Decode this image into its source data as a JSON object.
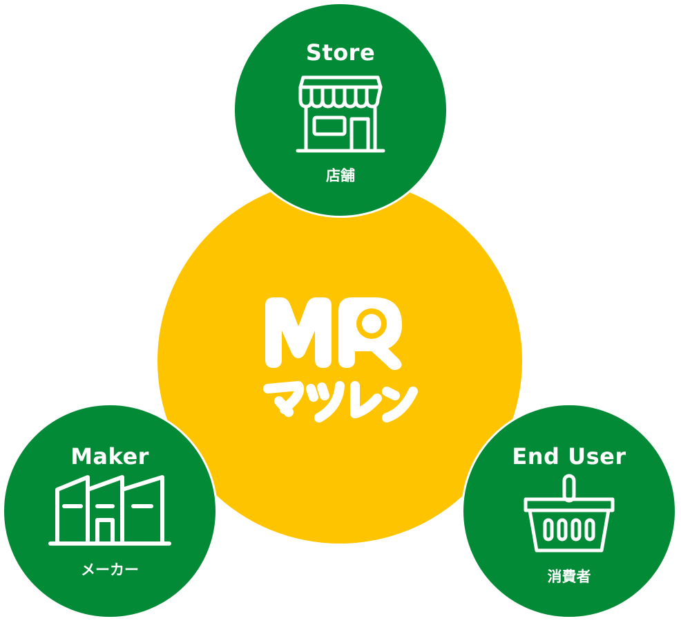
{
  "colors": {
    "green": "#028A36",
    "yellow": "#FFC400",
    "white": "#FFFFFF"
  },
  "center": {
    "logo_mark": "MR",
    "logo_kana": "マツレン",
    "icon": "matsuren-logo"
  },
  "nodes": [
    {
      "id": "store",
      "title": "Store",
      "subtitle": "店舗",
      "icon": "storefront-icon"
    },
    {
      "id": "maker",
      "title": "Maker",
      "subtitle": "メーカー",
      "icon": "factory-icon"
    },
    {
      "id": "end_user",
      "title": "End User",
      "subtitle": "消費者",
      "icon": "shopping-basket-icon"
    }
  ]
}
